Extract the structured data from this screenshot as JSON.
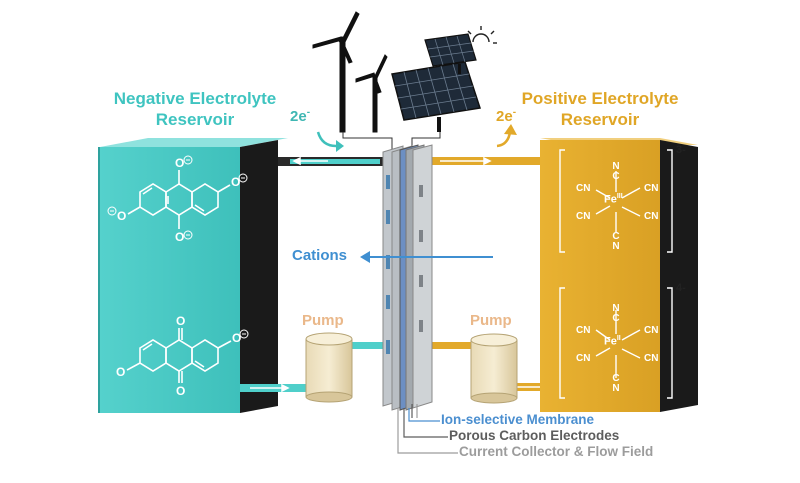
{
  "titles": {
    "negative_line1": "Negative Electrolyte",
    "negative_line2": "Reservoir",
    "positive_line1": "Positive Electrolyte",
    "positive_line2": "Reservoir"
  },
  "electrons": {
    "left": "2e",
    "right": "2e",
    "superscript": "-"
  },
  "labels": {
    "cations": "Cations",
    "pump_left": "Pump",
    "pump_right": "Pump"
  },
  "legend": {
    "membrane": "Ion-selective Membrane",
    "electrodes": "Porous Carbon Electrodes",
    "collector": "Current Collector & Flow Field"
  },
  "complexes": {
    "top_charge": "3-",
    "bottom_charge": "4-",
    "metal": "Fe",
    "top_oxidation": "III",
    "bottom_oxidation": "II",
    "ligand_label": "CN"
  },
  "colors": {
    "negative": "#45c9c4",
    "negative_dark": "#2ea29e",
    "positive": "#e2a92a",
    "positive_dark": "#b9861d",
    "cations_arrow": "#3f8fd1",
    "pump_body": "#efe3c2"
  }
}
